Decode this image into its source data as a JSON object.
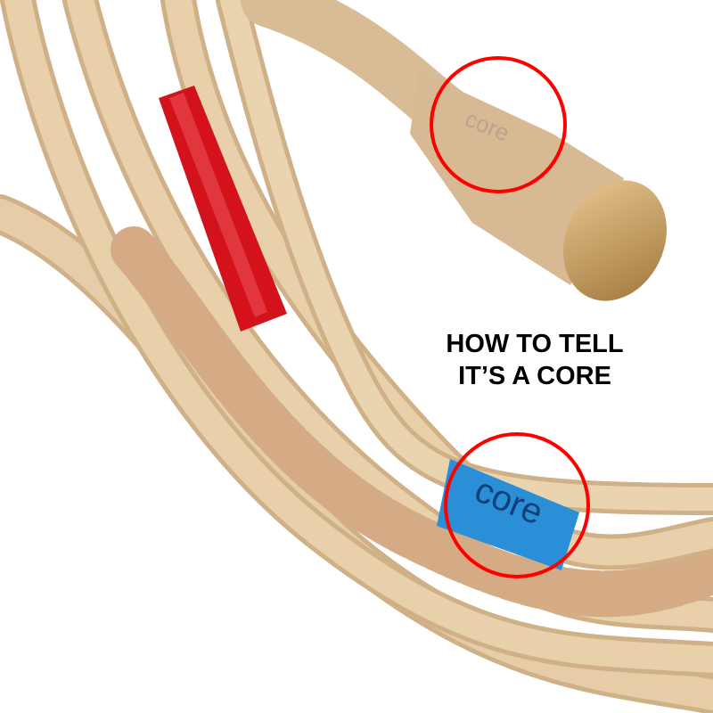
{
  "caption": {
    "line1": "HOW TO TELL",
    "line2": "IT’S A CORE"
  },
  "mic_label": "core",
  "sleeve_label": "core",
  "colors": {
    "cable": "#e3c9a3",
    "red_sleeve": "#d4121c",
    "blue_sleeve": "#2a8fd6",
    "circle": "#ff0000"
  }
}
